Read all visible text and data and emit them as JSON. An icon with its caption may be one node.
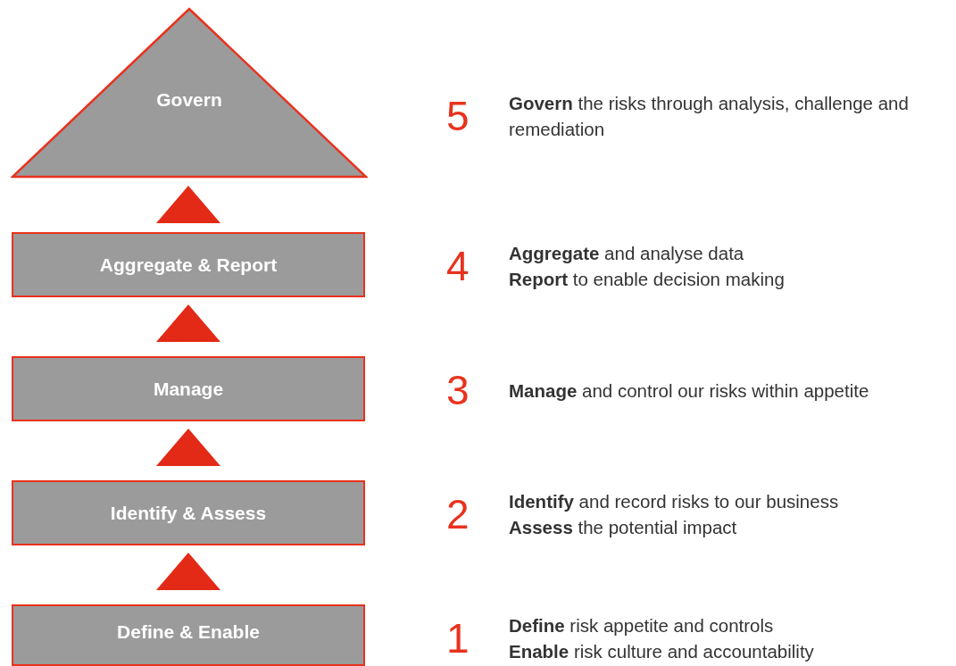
{
  "diagram": {
    "nodes": [
      {
        "text": [
          "Govern"
        ],
        "beside": [
          "5",
          "**Govern** the risks through analysis, challenge and remediation"
        ]
      },
      {
        "text": [
          "Aggregate & Report"
        ],
        "beside": [
          "4",
          "**Aggregate** and analyse data",
          "**Report** to enable decision making"
        ]
      },
      {
        "text": [
          "Manage"
        ],
        "beside": [
          "3",
          "**Manage** and control our risks within appetite"
        ]
      },
      {
        "text": [
          "Identify & Assess"
        ],
        "beside": [
          "2",
          "**Identify** and record risks to our business",
          "**Assess** the potential impact"
        ]
      },
      {
        "text": [
          "Define & Enable"
        ],
        "beside": [
          "1",
          "**Define** risk appetite and controls",
          "**Enable** risk culture and accountability"
        ]
      }
    ],
    "edges": [
      {
        "from": 4,
        "to": 3,
        "arrow": "to"
      },
      {
        "from": 3,
        "to": 2,
        "arrow": "to"
      },
      {
        "from": 2,
        "to": 1,
        "arrow": "to"
      },
      {
        "from": 1,
        "to": 0,
        "arrow": "to"
      }
    ]
  }
}
